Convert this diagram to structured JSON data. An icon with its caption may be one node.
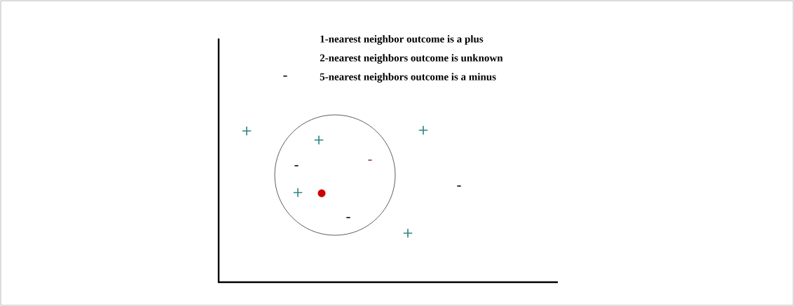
{
  "diagram": {
    "labels": [
      "1-nearest neighbor outcome is a plus",
      "2-nearest neighbors outcome is unknown",
      "-",
      "5-nearest neighbors outcome is a minus",
      "+",
      "+",
      "+",
      "-",
      "-",
      "-",
      "+",
      "-",
      "+"
    ]
  }
}
